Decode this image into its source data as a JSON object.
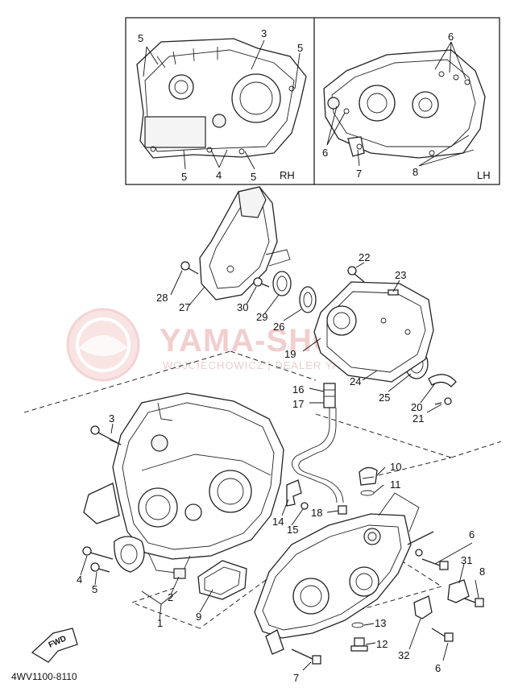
{
  "diagram": {
    "part_code": "4WV1100-8110",
    "fwd_label": "FWD",
    "watermark": {
      "main": "YAMA-SHOP.PL",
      "sub": "WOJCIECHOWICZ | DEALER YAMAHA"
    },
    "panels": [
      {
        "id": "rh",
        "label": "RH"
      },
      {
        "id": "lh",
        "label": "LH"
      }
    ],
    "callouts": [
      "5",
      "3",
      "5",
      "5",
      "4",
      "5",
      "6",
      "6",
      "7",
      "8",
      "1",
      "2",
      "3",
      "4",
      "5",
      "6",
      "7",
      "8",
      "9",
      "10",
      "11",
      "12",
      "13",
      "14",
      "15",
      "16",
      "17",
      "18",
      "19",
      "20",
      "21",
      "22",
      "23",
      "24",
      "25",
      "26",
      "27",
      "28",
      "29",
      "30",
      "31",
      "32"
    ]
  }
}
